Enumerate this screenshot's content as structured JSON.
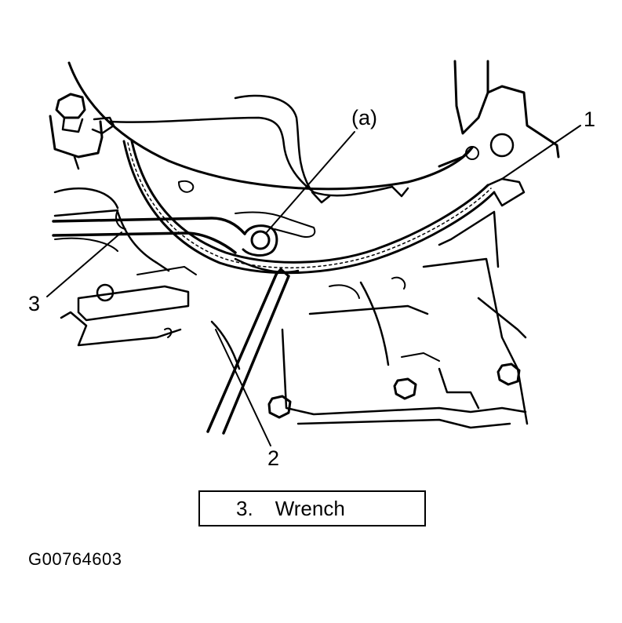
{
  "callouts": {
    "a": "(a)",
    "one": "1",
    "two": "2",
    "three": "3"
  },
  "legend": {
    "number": "3.",
    "text": "Wrench"
  },
  "figure_code": "G00764603",
  "colors": {
    "ink": "#000000",
    "paper": "#ffffff"
  }
}
